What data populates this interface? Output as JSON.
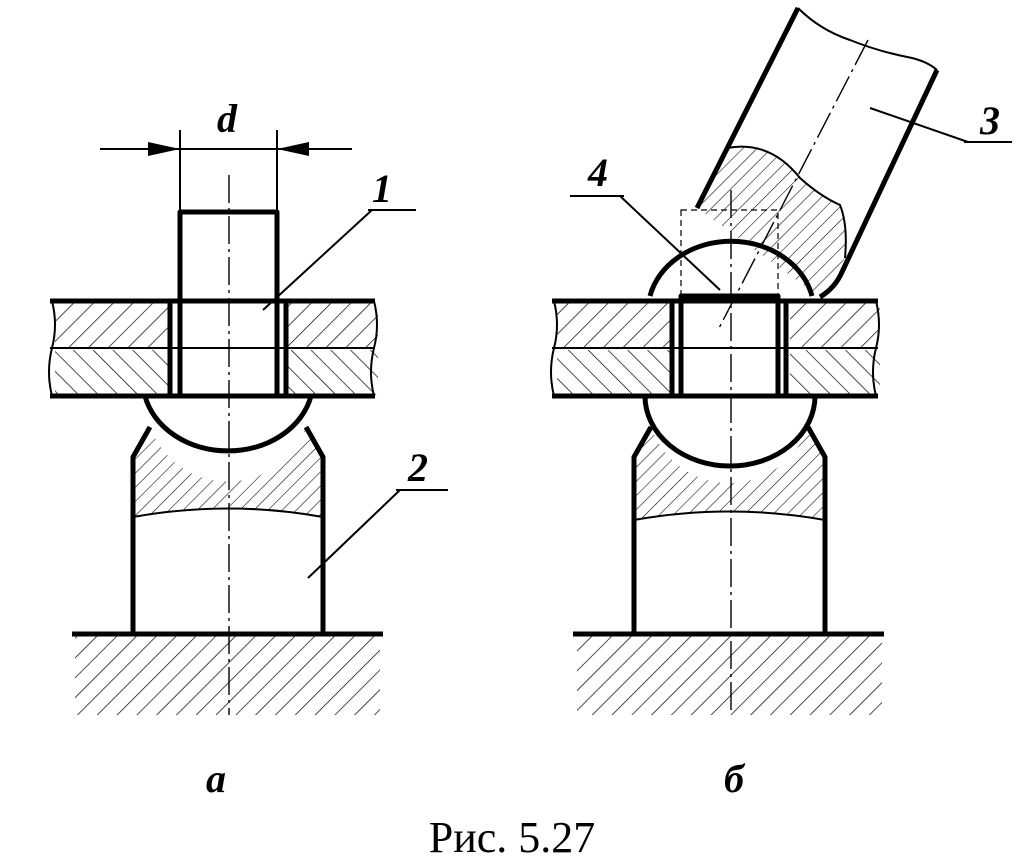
{
  "labels": {
    "dimension": "d",
    "part1": "1",
    "part2": "2",
    "part3": "3",
    "part4": "4",
    "view_a": "а",
    "view_b": "б"
  },
  "caption": "Рис. 5.27"
}
